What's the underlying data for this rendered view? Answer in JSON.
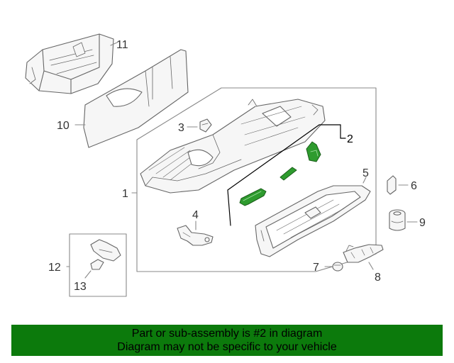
{
  "callouts": {
    "n1": "1",
    "n2": "2",
    "n3": "3",
    "n4": "4",
    "n5": "5",
    "n6": "6",
    "n7": "7",
    "n8": "8",
    "n9": "9",
    "n10": "10",
    "n11": "11",
    "n12": "12",
    "n13": "13"
  },
  "banner": {
    "line1": "Part or sub-assembly is #2 in diagram",
    "line2": "Diagram may not be specific to your vehicle"
  },
  "colors": {
    "banner_bg": "#0c7a0c",
    "highlight_part": "#2e9b2e",
    "line": "#666666",
    "part_fill": "#f4f4f4"
  }
}
